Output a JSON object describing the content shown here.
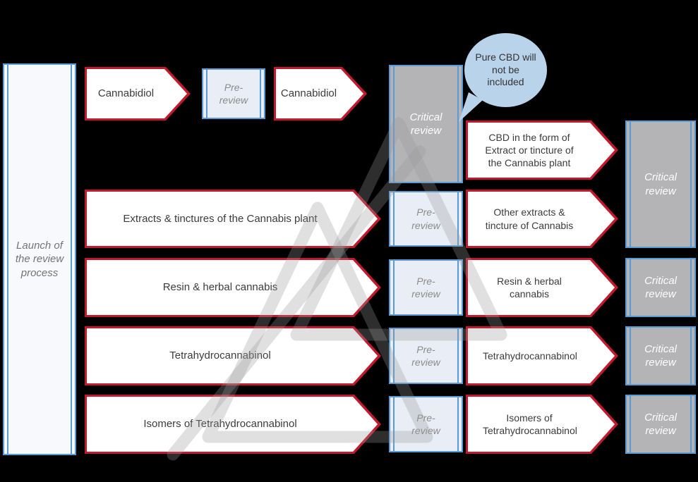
{
  "colors": {
    "background": "#000000",
    "arrow_border": "#c2192d",
    "arrow_fill": "#ffffff",
    "box_border": "#5b9bd5",
    "pre_review_fill": "#e9eef6",
    "critical_review_fill": "#b4b4b7",
    "launch_fill": "#f7f9fc",
    "bubble_fill": "#b9d3ea"
  },
  "launch": {
    "label": "Launch of the review process"
  },
  "row1": {
    "arrow_source": "Cannabidiol",
    "pre_review": "Pre-review",
    "arrow_mid": "Cannabidiol",
    "critical_review": "Critical review",
    "bubble": "Pure CBD will not be included",
    "arrow_out": "CBD in the form of Extract or tincture of the Cannabis plant",
    "critical_review_right": "Critical review"
  },
  "rows": [
    {
      "arrow_source": "Extracts & tinctures of the Cannabis plant",
      "pre_review": "Pre-review",
      "arrow_out": "Other extracts & tincture of Cannabis"
    },
    {
      "arrow_source": "Resin & herbal cannabis",
      "pre_review": "Pre-review",
      "arrow_out": "Resin & herbal cannabis",
      "critical_review": "Critical review"
    },
    {
      "arrow_source": "Tetrahydrocannabinol",
      "pre_review": "Pre-review",
      "arrow_out": "Tetrahydrocannabinol",
      "critical_review": "Critical review"
    },
    {
      "arrow_source": "Isomers of Tetrahydrocannabinol",
      "pre_review": "Pre-review",
      "arrow_out": "Isomers of Tetrahydrocannabinol",
      "critical_review": "Critical review"
    }
  ]
}
